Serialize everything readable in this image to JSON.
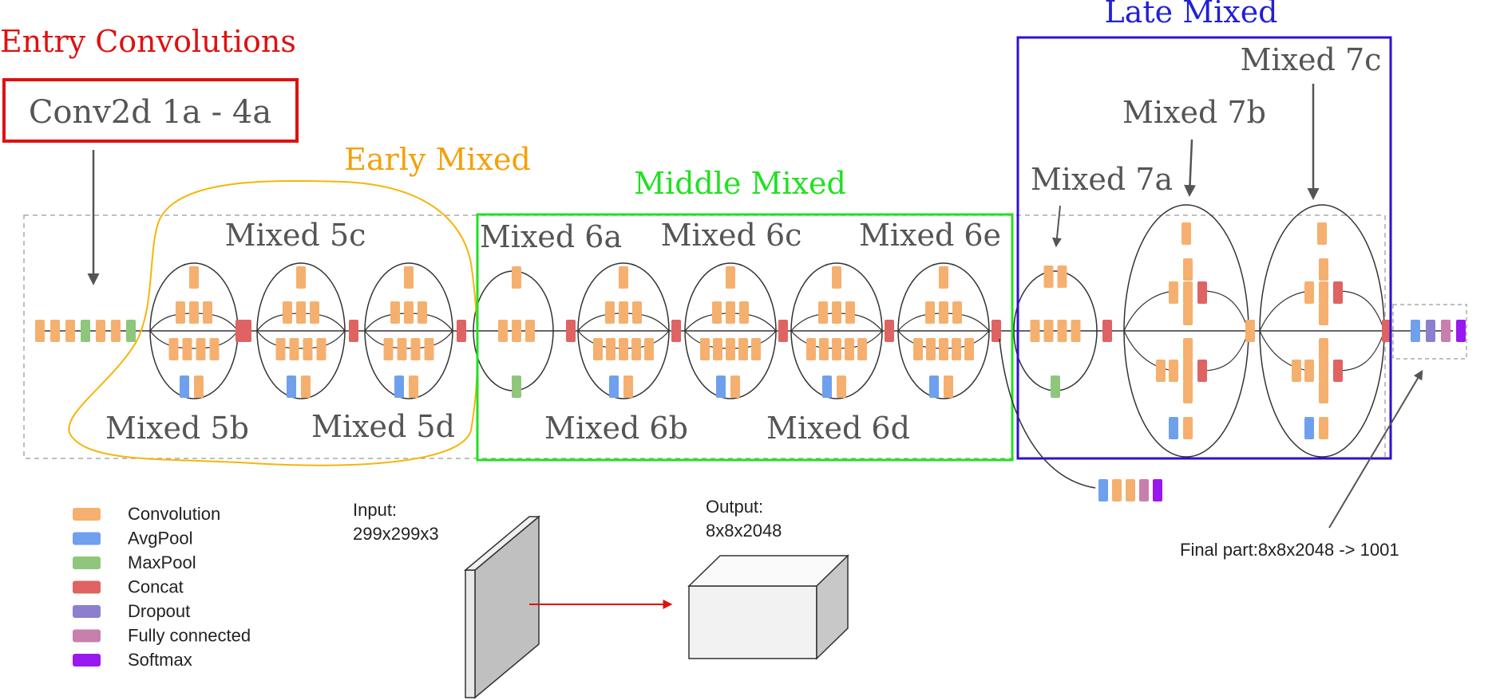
{
  "sections": {
    "entry": {
      "title": "Entry Convolutions",
      "box_label": "Conv2d 1a - 4a"
    },
    "early": {
      "title": "Early Mixed"
    },
    "middle": {
      "title": "Middle Mixed"
    },
    "late": {
      "title": "Late Mixed"
    }
  },
  "block_labels": {
    "m5b": "Mixed 5b",
    "m5c": "Mixed 5c",
    "m5d": "Mixed 5d",
    "m6a": "Mixed 6a",
    "m6b": "Mixed 6b",
    "m6c": "Mixed 6c",
    "m6d": "Mixed 6d",
    "m6e": "Mixed 6e",
    "m7a": "Mixed 7a",
    "m7b": "Mixed 7b",
    "m7c": "Mixed 7c"
  },
  "legend": [
    {
      "label": "Convolution",
      "color": "#f5b06f"
    },
    {
      "label": "AvgPool",
      "color": "#6fa0ee"
    },
    {
      "label": "MaxPool",
      "color": "#8ec77b"
    },
    {
      "label": "Concat",
      "color": "#e06363"
    },
    {
      "label": "Dropout",
      "color": "#8c7fd0"
    },
    {
      "label": "Fully connected",
      "color": "#c97fad"
    },
    {
      "label": "Softmax",
      "color": "#9a18f0"
    }
  ],
  "io": {
    "input_title": "Input:",
    "input_dims": "299x299x3",
    "output_title": "Output:",
    "output_dims": "8x8x2048",
    "final_part": "Final part:8x8x2048 -> 1001"
  },
  "colors": {
    "entry_box": "#e01010",
    "early_outline": "#f5b50a",
    "middle_box": "#22e022",
    "late_box": "#3010d0",
    "text_gray": "#555555"
  }
}
